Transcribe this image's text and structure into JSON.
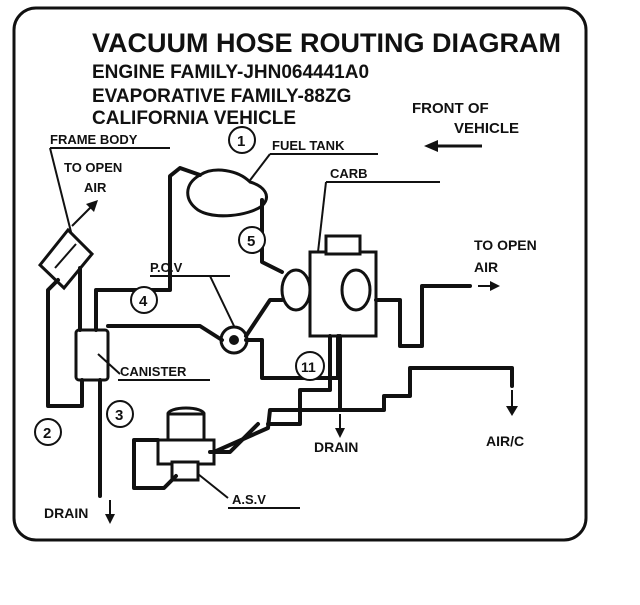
{
  "title": "VACUUM HOSE ROUTING DIAGRAM",
  "engine_family": "ENGINE FAMILY-JHN064441A0",
  "evap_family": "EVAPORATIVE FAMILY-88ZG",
  "vehicle": "CALIFORNIA VEHICLE",
  "front_of": "FRONT OF",
  "vehicle_word": "VEHICLE",
  "labels": {
    "frame_body": "FRAME BODY",
    "to_open": "TO OPEN",
    "air": "AIR",
    "fuel_tank": "FUEL TANK",
    "carb": "CARB",
    "pcv": "P.C.V",
    "canister": "CANISTER",
    "drain": "DRAIN",
    "air_c": "AIR/C",
    "asv": "A.S.V"
  },
  "numbers": [
    "1",
    "2",
    "3",
    "4",
    "5",
    "11"
  ]
}
